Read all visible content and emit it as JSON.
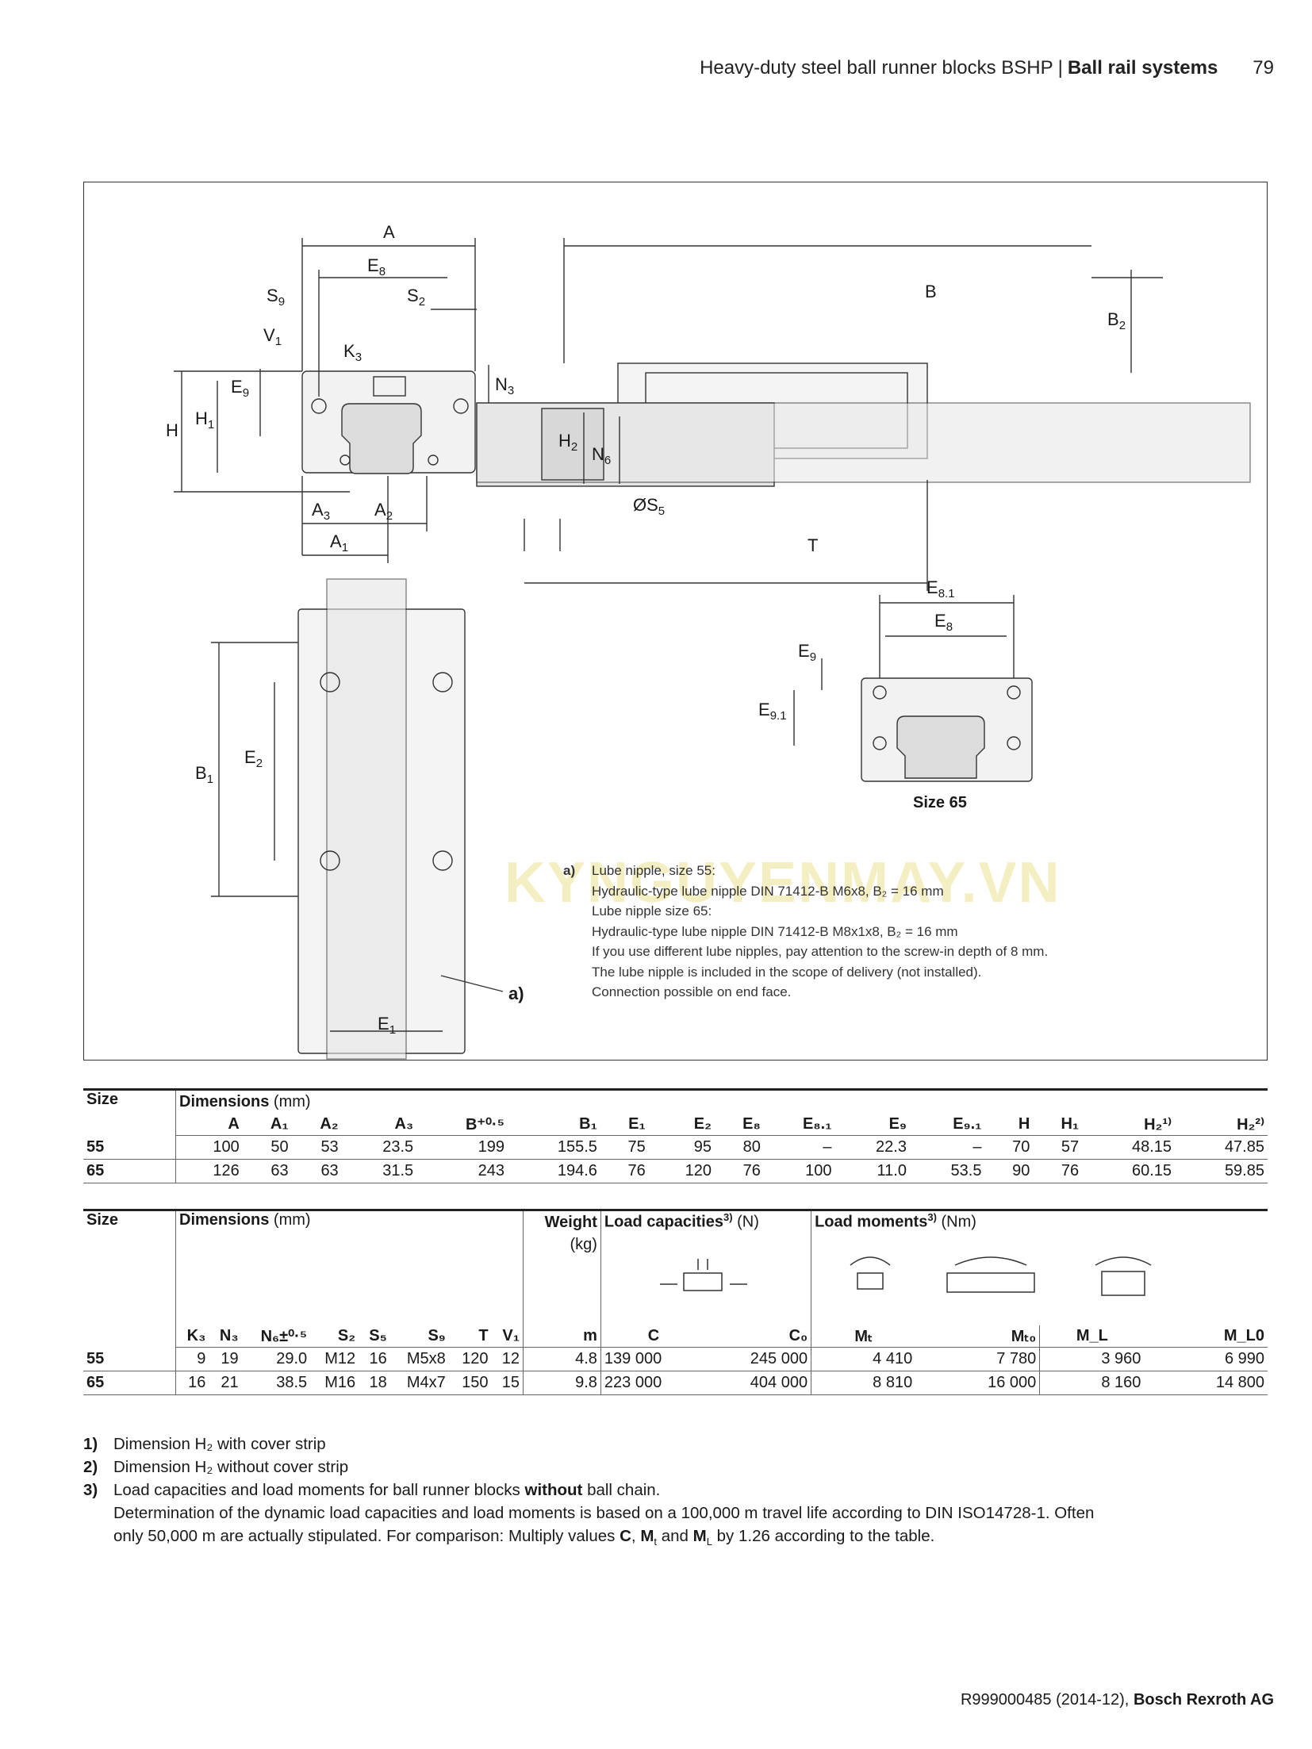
{
  "header": {
    "product": "Heavy-duty steel ball runner blocks BSHP",
    "separator": "|",
    "section": "Ball rail systems",
    "page": "79"
  },
  "figure": {
    "labels": {
      "A": "A",
      "E8": "E",
      "E8_sub": "8",
      "S9": "S",
      "S9_sub": "9",
      "S2": "S",
      "S2_sub": "2",
      "V1": "V",
      "V1_sub": "1",
      "K3": "K",
      "K3_sub": "3",
      "N3": "N",
      "N3_sub": "3",
      "E9": "E",
      "E9_sub": "9",
      "H": "H",
      "H1": "H",
      "H1_sub": "1",
      "A3": "A",
      "A3_sub": "3",
      "A2": "A",
      "A2_sub": "2",
      "A1": "A",
      "A1_sub": "1",
      "B": "B",
      "B2": "B",
      "B2_sub": "2",
      "H2": "H",
      "H2_sub": "2",
      "N6": "N",
      "N6_sub": "6",
      "S5": "ØS",
      "S5_sub": "5",
      "T": "T",
      "E81": "E",
      "E81_sub": "8.1",
      "E8b": "E",
      "E8b_sub": "8",
      "E9b": "E",
      "E9b_sub": "9",
      "E91": "E",
      "E91_sub": "9.1",
      "B1": "B",
      "B1_sub": "1",
      "E2": "E",
      "E2_sub": "2",
      "E1": "E",
      "E1_sub": "1",
      "a": "a)",
      "size65": "Size 65"
    },
    "watermark": "KYNGUYENMAY.VN"
  },
  "notes": {
    "label": "a)",
    "lines": [
      "Lube nipple, size 55:",
      "Hydraulic-type lube nipple DIN 71412-B M6x8, B₂ = 16 mm",
      "Lube nipple size 65:",
      "Hydraulic-type lube nipple DIN 71412-B M8x1x8, B₂ = 16 mm",
      "If you use different lube nipples, pay attention to the screw-in depth of 8 mm.",
      "The lube nipple is included in the scope of delivery (not installed).",
      "Connection possible on end face."
    ]
  },
  "table1": {
    "size_label": "Size",
    "dims_label": "Dimensions",
    "unit": "(mm)",
    "columns": [
      "A",
      "A₁",
      "A₂",
      "A₃",
      "B⁺⁰·⁵",
      "B₁",
      "E₁",
      "E₂",
      "E₈",
      "E₈.₁",
      "E₉",
      "E₉.₁",
      "H",
      "H₁",
      "H₂¹⁾",
      "H₂²⁾"
    ],
    "rows": [
      {
        "size": "55",
        "values": [
          "100",
          "50",
          "53",
          "23.5",
          "199",
          "155.5",
          "75",
          "95",
          "80",
          "–",
          "22.3",
          "–",
          "70",
          "57",
          "48.15",
          "47.85"
        ]
      },
      {
        "size": "65",
        "values": [
          "126",
          "63",
          "63",
          "31.5",
          "243",
          "194.6",
          "76",
          "120",
          "76",
          "100",
          "11.0",
          "53.5",
          "90",
          "76",
          "60.15",
          "59.85"
        ]
      }
    ]
  },
  "table2": {
    "size_label": "Size",
    "dims_label": "Dimensions",
    "dims_unit": "(mm)",
    "weight_label": "Weight",
    "weight_unit": "(kg)",
    "loadcap_label": "Load capacities",
    "loadcap_sup": "3)",
    "loadcap_unit": "(N)",
    "loadmom_label": "Load moments",
    "loadmom_sup": "3)",
    "loadmom_unit": "(Nm)",
    "columns": [
      "K₃",
      "N₃",
      "N₆±⁰·⁵",
      "S₂",
      "S₅",
      "S₉",
      "T",
      "V₁",
      "m",
      "C",
      "C₀",
      "Mₜ",
      "Mₜ₀",
      "M_L",
      "M_L0"
    ],
    "rows": [
      {
        "size": "55",
        "values": [
          "9",
          "19",
          "29.0",
          "M12",
          "16",
          "M5x8",
          "120",
          "12",
          "4.8",
          "139 000",
          "245 000",
          "4 410",
          "7 780",
          "3 960",
          "6 990"
        ]
      },
      {
        "size": "65",
        "values": [
          "16",
          "21",
          "38.5",
          "M16",
          "18",
          "M4x7",
          "150",
          "15",
          "9.8",
          "223 000",
          "404 000",
          "8 810",
          "16 000",
          "8 160",
          "14 800"
        ]
      }
    ]
  },
  "footnotes": [
    {
      "n": "1)",
      "text": "Dimension H₂ with cover strip"
    },
    {
      "n": "2)",
      "text": "Dimension H₂ without cover strip"
    },
    {
      "n": "3)",
      "text_a": "Load capacities and load moments for ball runner blocks ",
      "bold_a": "without",
      "text_b": " ball chain."
    },
    {
      "n": "",
      "text": "Determination of the dynamic load capacities and load moments is based on a 100,000 m travel life according to DIN ISO14728-1. Often"
    },
    {
      "n": "",
      "text_c": "only 50,000 m are actually stipulated. For comparison: Multiply values ",
      "bold_c": "C",
      "sep1": ", ",
      "bold_d": "M",
      "sub_d": "t",
      "sep2": " and ",
      "bold_e": "M",
      "sub_e": "L",
      "text_f": " by 1.26 according to the table."
    }
  ],
  "footer": {
    "doc": "R999000485 (2014-12), ",
    "company": "Bosch Rexroth AG"
  }
}
